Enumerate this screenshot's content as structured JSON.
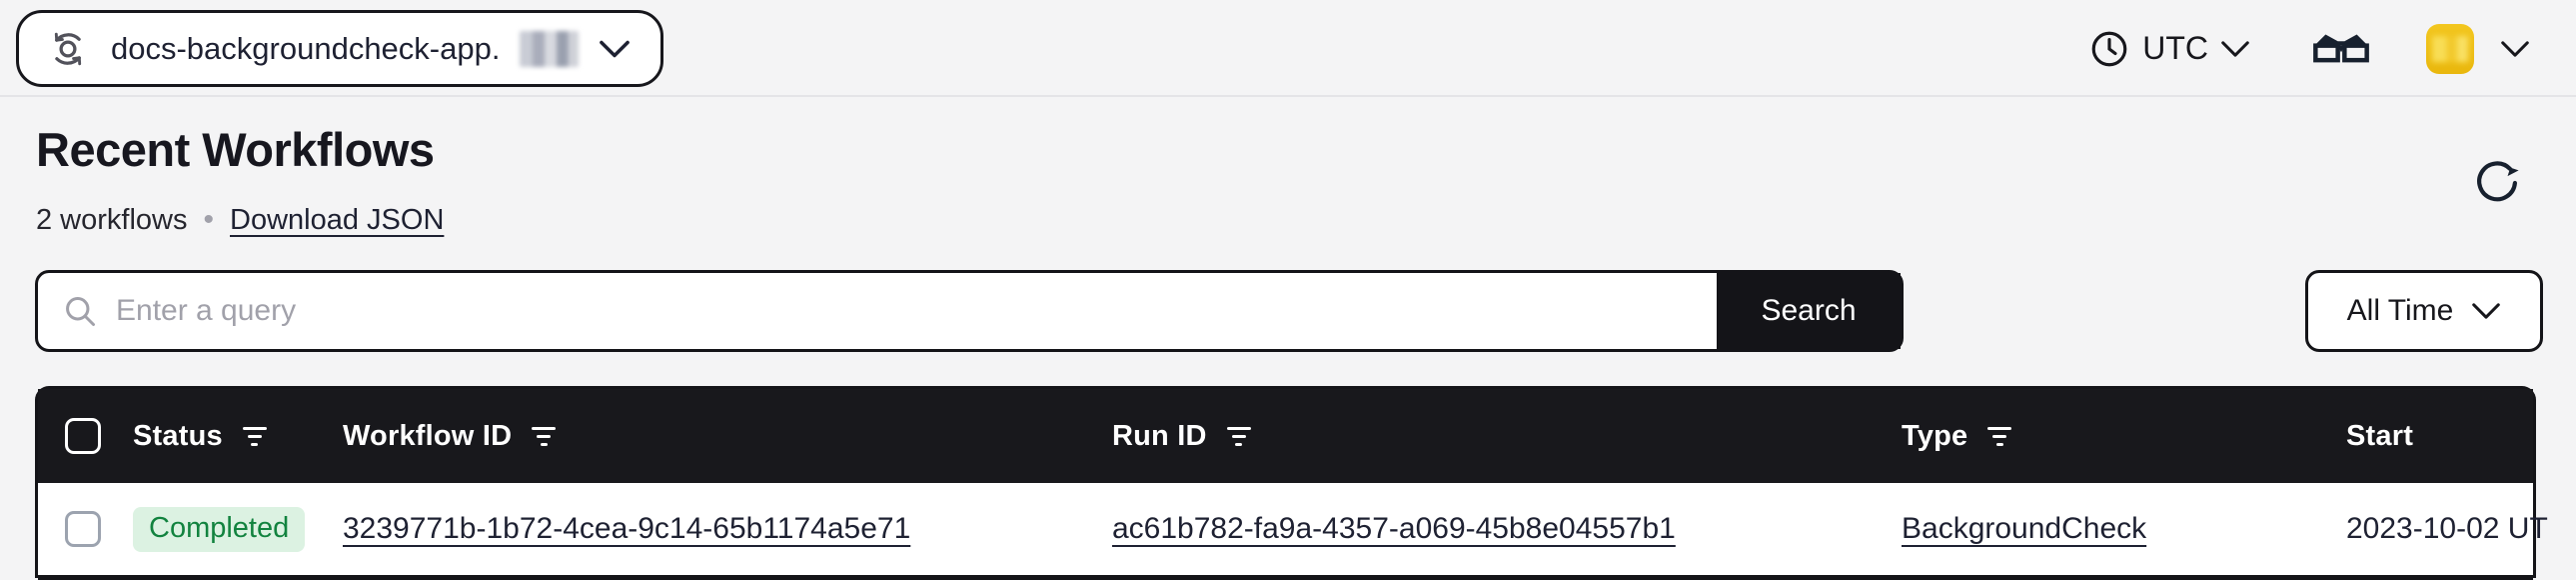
{
  "topbar": {
    "namespace": {
      "label": "docs-backgroundcheck-app.",
      "icon": "namespace-sync-icon",
      "suffix_redacted": true
    },
    "timezone": {
      "label": "UTC",
      "icon": "clock-icon"
    },
    "labs": {
      "icon": "glasses-icon"
    },
    "account": {
      "icon": "avatar",
      "avatar_color": "#f0c31f"
    }
  },
  "page": {
    "title": "Recent Workflows",
    "count_label": "2 workflows",
    "bullet": "•",
    "download_label": "Download JSON",
    "refresh_icon": "refresh-icon"
  },
  "search": {
    "placeholder": "Enter a query",
    "value": "",
    "button_label": "Search",
    "icon": "search-icon"
  },
  "time_filter": {
    "selected": "All Time",
    "icon": "chevron-down-icon"
  },
  "table": {
    "columns": [
      {
        "label": "Status",
        "filterable": true
      },
      {
        "label": "Workflow ID",
        "filterable": true
      },
      {
        "label": "Run ID",
        "filterable": true
      },
      {
        "label": "Type",
        "filterable": true
      },
      {
        "label": "Start",
        "filterable": false
      }
    ],
    "rows": [
      {
        "status": "Completed",
        "workflow_id": "3239771b-1b72-4cea-9c14-65b1174a5e71",
        "run_id": "ac61b782-fa9a-4357-a069-45b8e04557b1",
        "type": "BackgroundCheck",
        "start": "2023-10-02 UT"
      }
    ]
  },
  "colors": {
    "page_background": "#f4f4f5",
    "primary_black": "#141418",
    "table_header": "#18181c",
    "status_completed_bg": "#dcf2e2",
    "status_completed_text": "#12833f",
    "avatar_yellow": "#f0c31f",
    "link_text": "#1e2132",
    "placeholder_gray": "#a1a1aa"
  }
}
